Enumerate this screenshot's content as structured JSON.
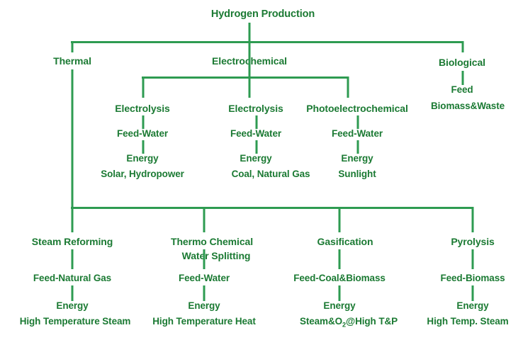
{
  "diagram": {
    "title": "Hydrogen Production",
    "type": "tree",
    "colors": {
      "text": "#1B7A33",
      "line": "#2E9B51",
      "background": "#ffffff"
    },
    "root": {
      "label": "Hydrogen Production"
    },
    "level1": [
      {
        "label": "Thermal"
      },
      {
        "label": "Electrochemical"
      },
      {
        "label": "Biological"
      }
    ],
    "electrochemical_children": [
      {
        "label": "Electrolysis",
        "feed": "Feed-Water",
        "energy_label": "Energy",
        "energy_source": "Solar, Hydropower"
      },
      {
        "label": "Electrolysis",
        "feed": "Feed-Water",
        "energy_label": "Energy",
        "energy_source": "Coal, Natural Gas"
      },
      {
        "label": "Photoelectrochemical",
        "feed": "Feed-Water",
        "energy_label": "Energy",
        "energy_source": "Sunlight"
      }
    ],
    "biological_child": {
      "feed_label": "Feed",
      "feed_source": "Biomass&Waste"
    },
    "thermal_children": [
      {
        "label_line1": "Steam Reforming",
        "label_line2": "",
        "feed": "Feed-Natural Gas",
        "energy_label": "Energy",
        "energy_source": "High Temperature Steam"
      },
      {
        "label_line1": "Thermo Chemical",
        "label_line2": "Water Splitting",
        "feed": "Feed-Water",
        "energy_label": "Energy",
        "energy_source": "High Temperature Heat"
      },
      {
        "label_line1": "Gasification",
        "label_line2": "",
        "feed": "Feed-Coal&Biomass",
        "energy_label": "Energy",
        "energy_source_pre": "Steam&O",
        "energy_source_sub": "2",
        "energy_source_post": "@High T&P"
      },
      {
        "label_line1": "Pyrolysis",
        "label_line2": "",
        "feed": "Feed-Biomass",
        "energy_label": "Energy",
        "energy_source": "High Temp. Steam"
      }
    ]
  }
}
